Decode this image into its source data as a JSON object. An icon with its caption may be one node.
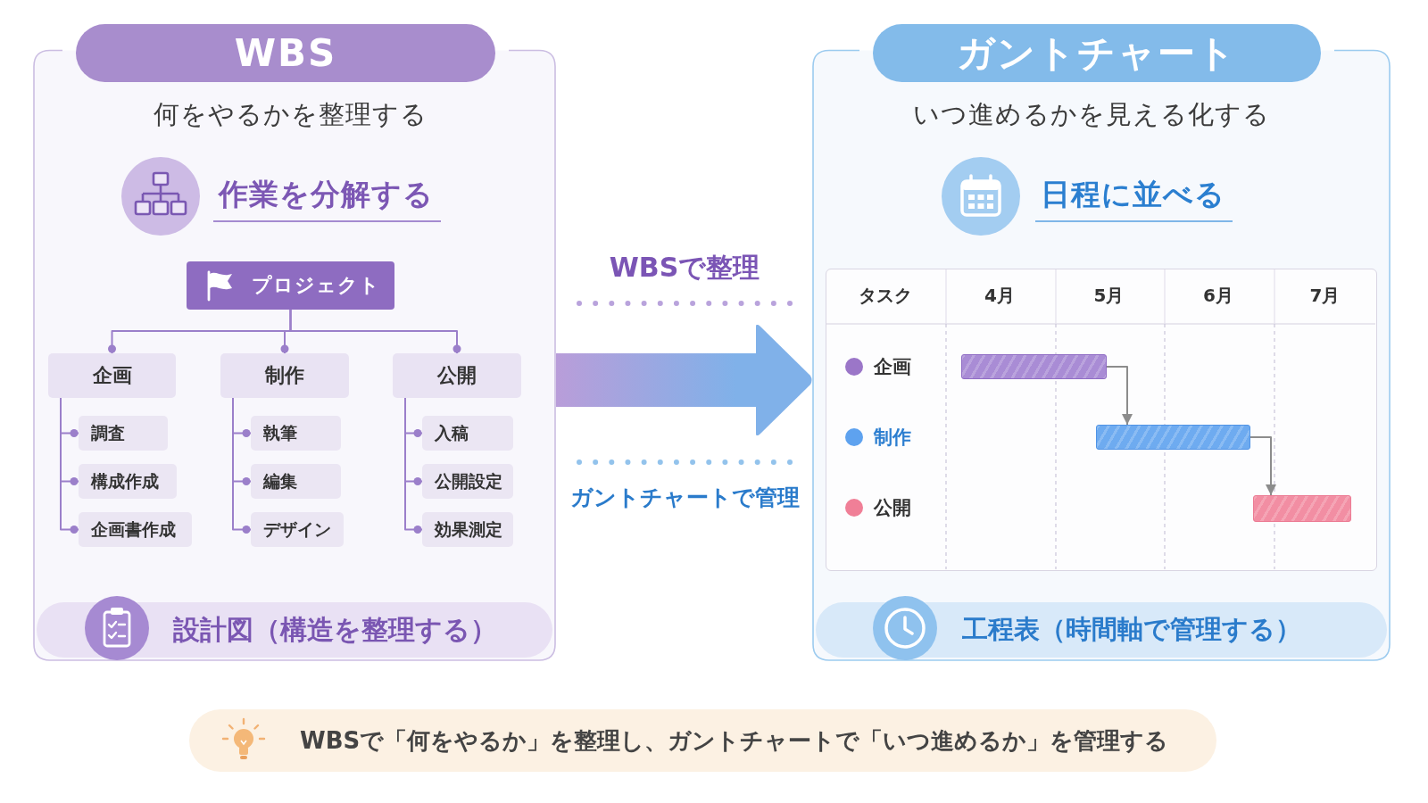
{
  "diagram": {
    "nodes": [
      {
        "text": [
          "WBS",
          "何をやるかを整理する",
          "作業を分解する"
        ]
      },
      {
        "text": [
          "プロジェクト"
        ],
        "in": 0
      },
      {
        "text": [
          "企画"
        ],
        "in": 0
      },
      {
        "text": [
          "制作"
        ],
        "in": 0
      },
      {
        "text": [
          "公開"
        ],
        "in": 0
      },
      {
        "text": [
          "調査"
        ],
        "in": 0
      },
      {
        "text": [
          "構成作成"
        ],
        "in": 0
      },
      {
        "text": [
          "企画書作成"
        ],
        "in": 0
      },
      {
        "text": [
          "執筆"
        ],
        "in": 0
      },
      {
        "text": [
          "編集"
        ],
        "in": 0
      },
      {
        "text": [
          "デザイン"
        ],
        "in": 0
      },
      {
        "text": [
          "入稿"
        ],
        "in": 0
      },
      {
        "text": [
          "公開設定"
        ],
        "in": 0
      },
      {
        "text": [
          "効果測定"
        ],
        "in": 0
      },
      {
        "text": [
          "設計図（構造を整理する）"
        ],
        "in": 0
      },
      {
        "text": [
          "ガントチャート",
          "いつ進めるかを見える化する",
          "日程に並べる"
        ]
      },
      {
        "text": [],
        "shape": "bar",
        "in": 15
      },
      {
        "text": [],
        "shape": "bar",
        "in": 15
      },
      {
        "text": [],
        "shape": "bar",
        "in": 15
      },
      {
        "text": [
          "工程表（時間軸で管理する）"
        ],
        "in": 15
      },
      {
        "text": [
          "WBSで「何をやるか」を整理し、ガントチャートで「いつ進めるか」を管理する"
        ]
      }
    ],
    "edges": [
      {
        "from": 1,
        "to": 2,
        "arrow": "other"
      },
      {
        "from": 1,
        "to": 3,
        "arrow": "other"
      },
      {
        "from": 1,
        "to": 4,
        "arrow": "other"
      },
      {
        "from": 2,
        "to": 5,
        "arrow": "other"
      },
      {
        "from": 2,
        "to": 6,
        "arrow": "other"
      },
      {
        "from": 2,
        "to": 7,
        "arrow": "other"
      },
      {
        "from": 3,
        "to": 8,
        "arrow": "other"
      },
      {
        "from": 3,
        "to": 9,
        "arrow": "other"
      },
      {
        "from": 3,
        "to": 10,
        "arrow": "other"
      },
      {
        "from": 4,
        "to": 11,
        "arrow": "other"
      },
      {
        "from": 4,
        "to": 12,
        "arrow": "other"
      },
      {
        "from": 4,
        "to": 13,
        "arrow": "other"
      },
      {
        "from": 0,
        "to": 15,
        "arrow": "to",
        "style": "thick"
      },
      {
        "from": 16,
        "to": 17,
        "arrow": "to",
        "color": "#8c8c8c"
      },
      {
        "from": 17,
        "to": 18,
        "arrow": "to",
        "color": "#8c8c8c"
      }
    ],
    "labels": [
      "WBSで整理",
      "ガントチャートで管理",
      "タスク",
      "4月",
      "5月",
      "6月",
      "7月",
      "企画",
      "制作",
      "公開"
    ]
  }
}
